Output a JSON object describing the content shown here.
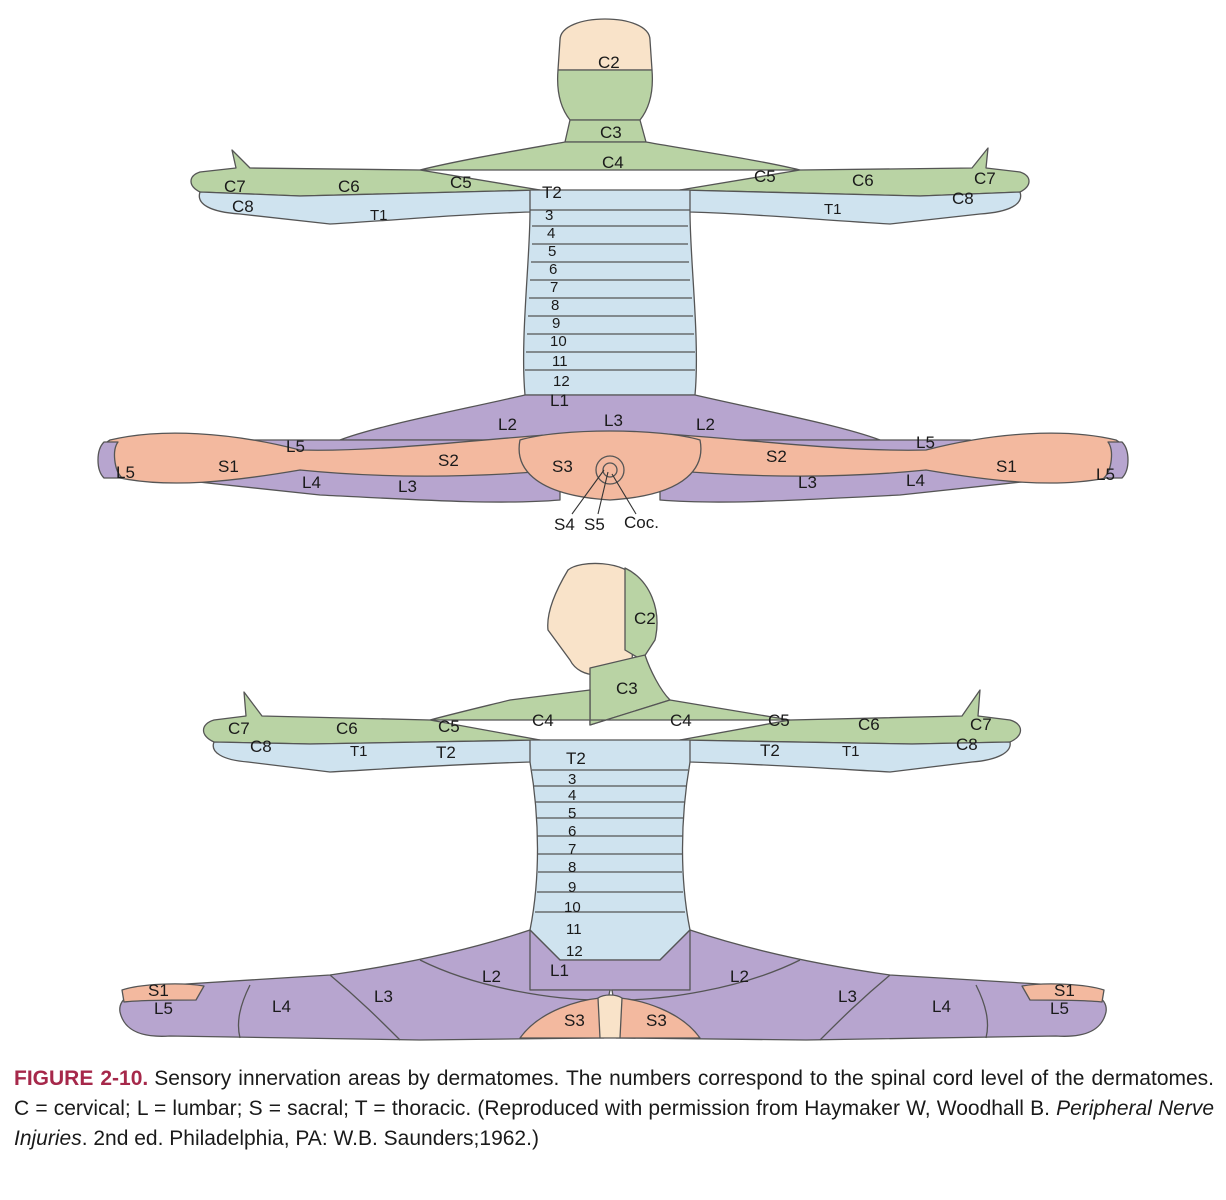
{
  "colors": {
    "cervical": "#b9d3a4",
    "thoracic": "#cfe3ef",
    "lumbar": "#b7a5cf",
    "sacral": "#f3b99f",
    "skin": "#f9e3c9",
    "outline": "#555555",
    "figure_label": "#a6284a"
  },
  "posterior_view": {
    "labels": [
      "C2",
      "C3",
      "C4",
      "C5",
      "C5",
      "C6",
      "C6",
      "C7",
      "C7",
      "C8",
      "C8",
      "T1",
      "T1",
      "T2",
      "3",
      "4",
      "5",
      "6",
      "7",
      "8",
      "9",
      "10",
      "11",
      "12",
      "L1",
      "L2",
      "L3",
      "L2",
      "L5",
      "L5",
      "L5",
      "L5",
      "S1",
      "S1",
      "S2",
      "S2",
      "S3",
      "L4",
      "L4",
      "L3",
      "L3",
      "S4",
      "S5",
      "Coc."
    ]
  },
  "anterior_view": {
    "labels": [
      "C2",
      "C3",
      "C4",
      "C4",
      "C5",
      "C5",
      "C6",
      "C6",
      "C7",
      "C7",
      "C8",
      "C8",
      "T1",
      "T1",
      "T2",
      "T2",
      "T2",
      "3",
      "4",
      "5",
      "6",
      "7",
      "8",
      "9",
      "10",
      "11",
      "12",
      "L1",
      "L2",
      "L2",
      "L3",
      "L3",
      "L4",
      "L4",
      "L5",
      "L5",
      "S1",
      "S1",
      "S3",
      "S3"
    ]
  },
  "caption": {
    "figure_label": "FIGURE 2-10.",
    "text_part1": "Sensory innervation areas by dermatomes. The numbers correspond to the spinal cord level of the dermatomes. C = cervical; L = lumbar; S = sacral; T = thoracic. (Reproduced with permission from Haymaker W, Woodhall B. ",
    "italic_title": "Peripheral Nerve Injuries",
    "text_part2": ". 2nd ed. Philadelphia, PA: W.B. Saunders;1962.)"
  }
}
